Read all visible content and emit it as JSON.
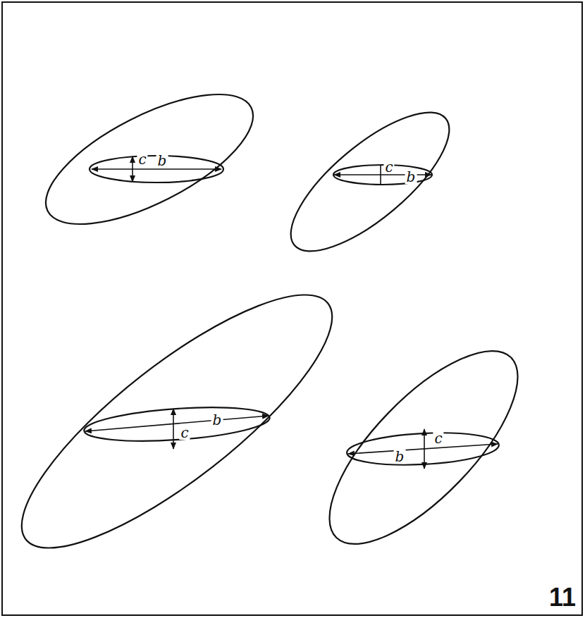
{
  "diagram": {
    "labels": [
      "c",
      "b",
      "c",
      "b",
      "c",
      "b",
      "b",
      "c",
      "11"
    ]
  }
}
